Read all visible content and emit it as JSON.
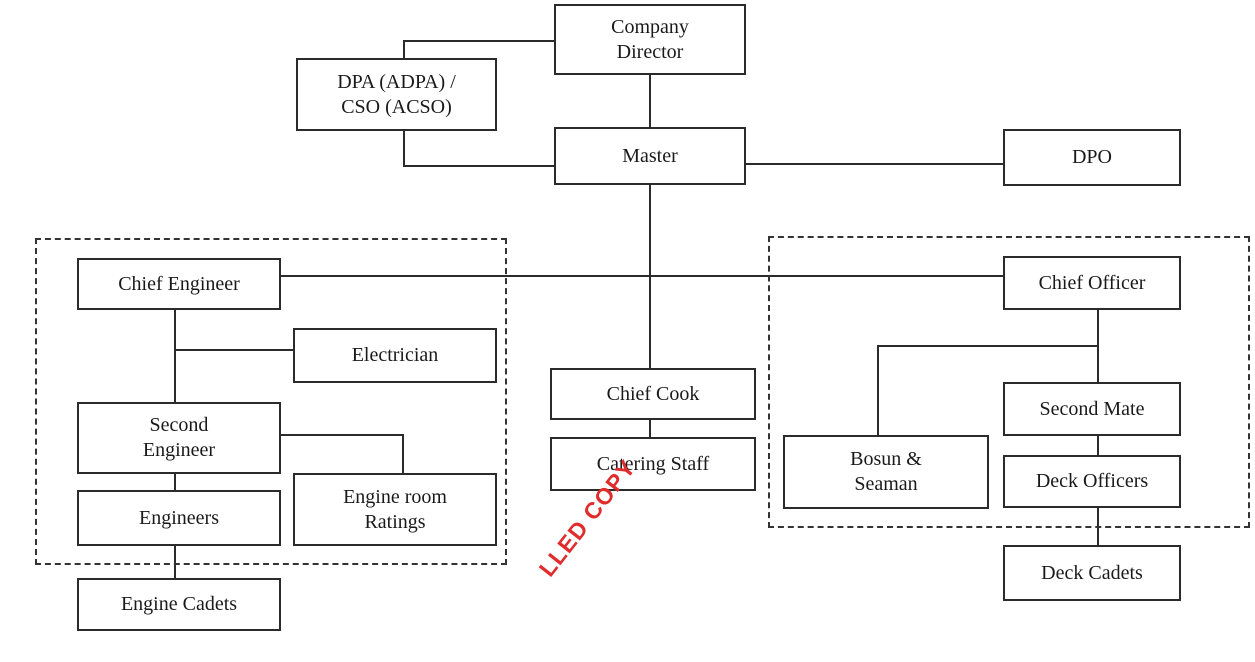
{
  "org_chart": {
    "nodes": {
      "company_director": "Company\nDirector",
      "dpa_cso": "DPA (ADPA) /\nCSO (ACSO)",
      "master": "Master",
      "dpo": "DPO",
      "chief_engineer": "Chief Engineer",
      "electrician": "Electrician",
      "second_engineer": "Second\nEngineer",
      "engineers": "Engineers",
      "engine_room_ratings": "Engine room\nRatings",
      "engine_cadets": "Engine Cadets",
      "chief_cook": "Chief Cook",
      "catering_staff": "Catering Staff",
      "chief_officer": "Chief Officer",
      "second_mate": "Second Mate",
      "bosun_seaman": "Bosun &\nSeaman",
      "deck_officers": "Deck Officers",
      "deck_cadets": "Deck Cadets"
    },
    "edges": [
      [
        "company_director",
        "dpa_cso"
      ],
      [
        "company_director",
        "master"
      ],
      [
        "dpa_cso",
        "master"
      ],
      [
        "master",
        "dpo"
      ],
      [
        "master",
        "chief_engineer"
      ],
      [
        "master",
        "chief_officer"
      ],
      [
        "master",
        "chief_cook"
      ],
      [
        "chief_cook",
        "catering_staff"
      ],
      [
        "chief_engineer",
        "electrician"
      ],
      [
        "chief_engineer",
        "second_engineer"
      ],
      [
        "second_engineer",
        "engine_room_ratings"
      ],
      [
        "second_engineer",
        "engineers"
      ],
      [
        "engineers",
        "engine_cadets"
      ],
      [
        "chief_officer",
        "bosun_seaman"
      ],
      [
        "chief_officer",
        "second_mate"
      ],
      [
        "second_mate",
        "deck_officers"
      ],
      [
        "deck_officers",
        "deck_cadets"
      ]
    ],
    "groups": [
      "engine_department",
      "deck_department"
    ],
    "stamp_text": "LLED COPY",
    "stamp_color": "#e02c2c"
  }
}
